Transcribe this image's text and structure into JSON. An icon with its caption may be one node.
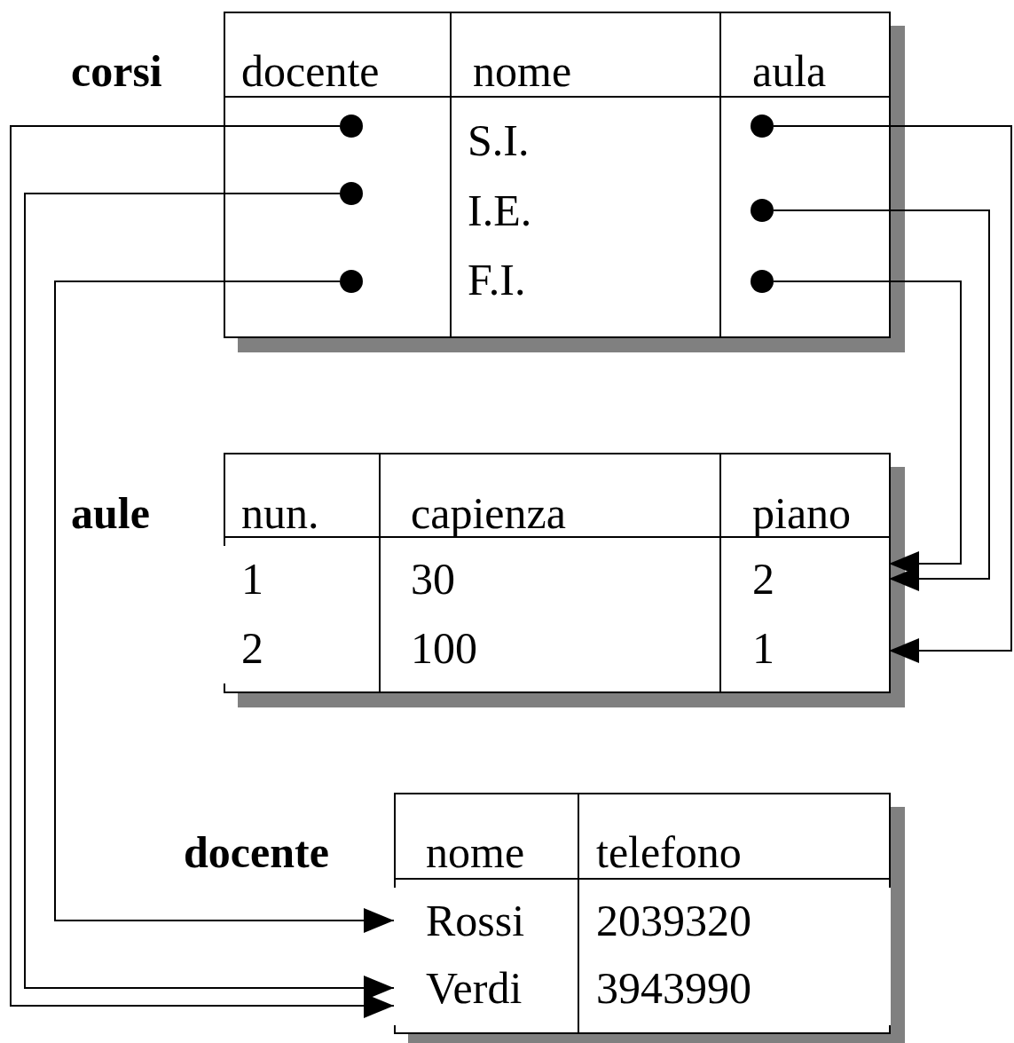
{
  "diagram": {
    "nodes": [
      {
        "text": [
          "corsi",
          "docente",
          "nome",
          "aula",
          "S.I.",
          "I.E.",
          "F.I."
        ]
      },
      {
        "text": [],
        "shape": "circle",
        "in": 0
      },
      {
        "text": [],
        "shape": "circle",
        "in": 0
      },
      {
        "text": [],
        "shape": "circle",
        "in": 0
      },
      {
        "text": [],
        "shape": "circle",
        "in": 0
      },
      {
        "text": [],
        "shape": "circle",
        "in": 0
      },
      {
        "text": [],
        "shape": "circle",
        "in": 0
      },
      {
        "text": [
          "aule",
          "nun.",
          "capienza",
          "piano"
        ]
      },
      {
        "text": [
          "1",
          "30",
          "2"
        ],
        "in": 7
      },
      {
        "text": [
          "2",
          "100",
          "1"
        ],
        "in": 7
      },
      {
        "text": [
          "docente",
          "nome",
          "telefono"
        ]
      },
      {
        "text": [
          "Rossi",
          "2039320"
        ],
        "in": 10
      },
      {
        "text": [
          "Verdi",
          "3943990"
        ],
        "in": 10
      }
    ],
    "edges": [
      {
        "from": 1,
        "to": 12,
        "arrow": "to"
      },
      {
        "from": 2,
        "to": 12,
        "arrow": "to"
      },
      {
        "from": 3,
        "to": 11,
        "arrow": "to"
      },
      {
        "from": 4,
        "to": 9,
        "arrow": "to"
      },
      {
        "from": 5,
        "to": 8,
        "arrow": "to"
      },
      {
        "from": 6,
        "to": 8,
        "arrow": "to"
      }
    ]
  }
}
